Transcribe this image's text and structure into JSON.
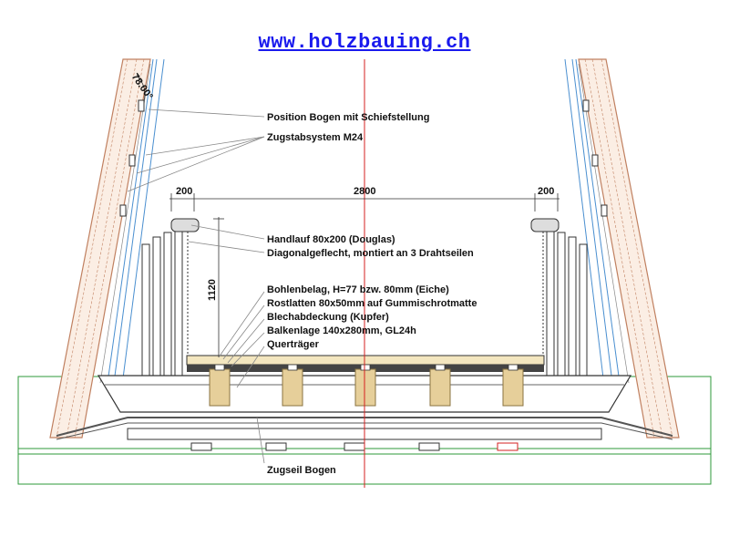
{
  "header": {
    "url": "www.holzbauing.ch"
  },
  "dimensions": {
    "left_width": "200",
    "center_width": "2800",
    "right_width": "200",
    "height": "1120",
    "angle": "78.00°"
  },
  "labels": {
    "position_bogen": "Position Bogen mit Schiefstellung",
    "zugstab": "Zugstabsystem M24",
    "handlauf": "Handlauf 80x200 (Douglas)",
    "diagonal": "Diagonalgeflecht, montiert an 3 Drahtseilen",
    "bohlen": "Bohlenbelag, H=77 bzw. 80mm (Eiche)",
    "rost": "Rostlatten 80x50mm auf Gummischrotmatte",
    "blech": "Blechabdeckung (Kupfer)",
    "balken": "Balkenlage 140x280mm, GL24h",
    "quer": "Querträger",
    "zugseil": "Zugseil Bogen"
  },
  "colors": {
    "link": "#1a1aee",
    "centerline": "#d62020",
    "cables": "#4a8fd0",
    "timber": "#e6cf9a",
    "ground": "#2e9a3a",
    "arch": "#c08060"
  }
}
